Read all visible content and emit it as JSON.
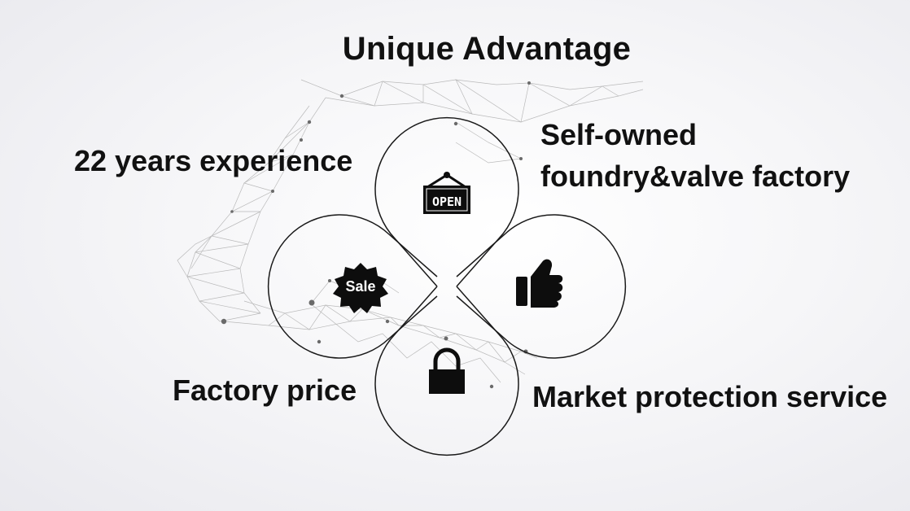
{
  "title": "Unique Advantage",
  "advantages": {
    "top_left": "22 years experience",
    "top_right_line1": "Self-owned",
    "top_right_line2": "foundry&valve factory",
    "bottom_left": "Factory price",
    "bottom_right": "Market protection service"
  },
  "icons": {
    "top": "open-sign-icon",
    "left": "sale-badge-icon",
    "right": "thumbs-up-icon",
    "bottom": "padlock-icon",
    "open_sign_text": "OPEN",
    "sale_text": "Sale"
  },
  "colors": {
    "outline": "#1a1a1a",
    "icon": "#0d0d0d",
    "network": "#9a9a9a"
  }
}
